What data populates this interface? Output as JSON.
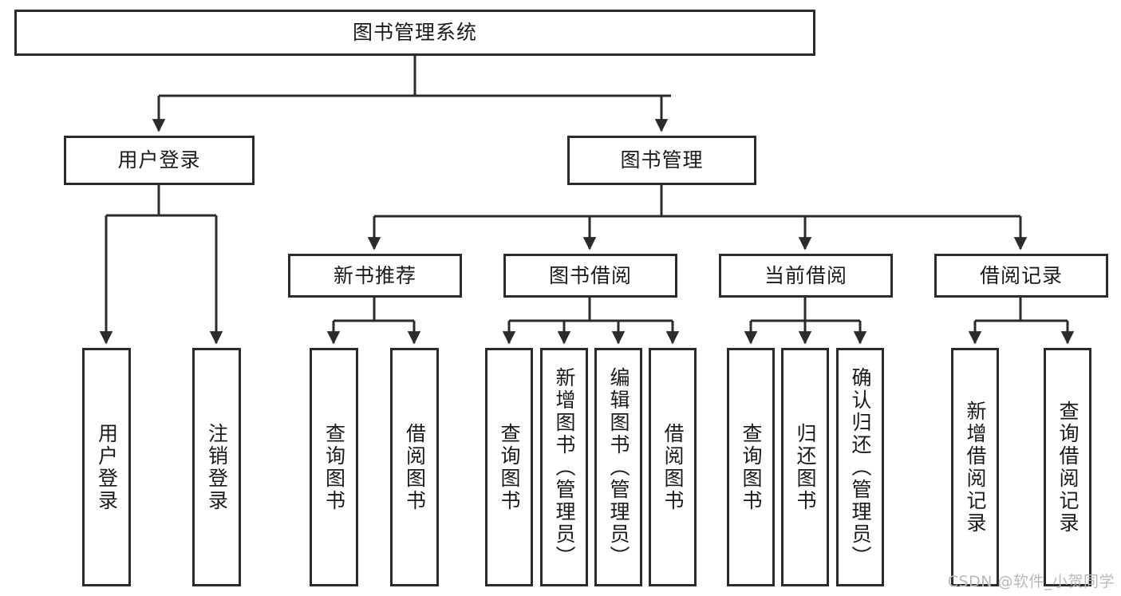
{
  "diagram": {
    "title": "图书管理系统",
    "type": "tree",
    "watermark": "CSDN @软件_小贺同学",
    "line_color": "#2b2b2b",
    "box_fill": "#ffffff",
    "text_color": "#1a1a1a",
    "root": {
      "label": "图书管理系统",
      "orientation": "horizontal"
    },
    "level2": [
      {
        "label": "用户登录",
        "orientation": "horizontal"
      },
      {
        "label": "图书管理",
        "orientation": "horizontal"
      }
    ],
    "level3": [
      {
        "label": "新书推荐",
        "orientation": "horizontal"
      },
      {
        "label": "图书借阅",
        "orientation": "horizontal"
      },
      {
        "label": "当前借阅",
        "orientation": "horizontal"
      },
      {
        "label": "借阅记录",
        "orientation": "horizontal"
      }
    ],
    "leaves": {
      "user_login": [
        {
          "label": "用户登录",
          "orientation": "vertical"
        },
        {
          "label": "注销登录",
          "orientation": "vertical"
        }
      ],
      "new_book_recommend": [
        {
          "label": "查询图书",
          "orientation": "vertical"
        },
        {
          "label": "借阅图书",
          "orientation": "vertical"
        }
      ],
      "book_borrow": [
        {
          "label": "查询图书",
          "orientation": "vertical"
        },
        {
          "label": "新增图书（管理员）",
          "orientation": "vertical"
        },
        {
          "label": "编辑图书（管理员）",
          "orientation": "vertical"
        },
        {
          "label": "借阅图书",
          "orientation": "vertical"
        }
      ],
      "current_borrow": [
        {
          "label": "查询图书",
          "orientation": "vertical"
        },
        {
          "label": "归还图书",
          "orientation": "vertical"
        },
        {
          "label": "确认归还（管理员）",
          "orientation": "vertical"
        }
      ],
      "borrow_record": [
        {
          "label": "新增借阅记录",
          "orientation": "vertical"
        },
        {
          "label": "查询借阅记录",
          "orientation": "vertical"
        }
      ]
    }
  }
}
